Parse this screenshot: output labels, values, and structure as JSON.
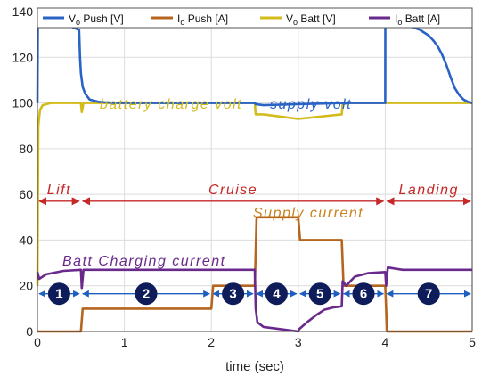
{
  "chart_data": {
    "type": "line",
    "xlabel": "time (sec)",
    "ylabel": "",
    "xlim": [
      0,
      5
    ],
    "ylim": [
      0,
      140
    ],
    "xticks": [
      0,
      1,
      2,
      3,
      4,
      5
    ],
    "yticks": [
      0,
      20,
      40,
      60,
      80,
      100,
      120,
      140
    ],
    "grid": true,
    "legend_position": "top",
    "series": [
      {
        "name_main": "V",
        "name_sub": "o",
        "name_rest": " Push [V]",
        "color": "#2a63c6",
        "x": [
          0,
          0.005,
          0.03,
          0.08,
          0.2,
          0.35,
          0.48,
          0.49,
          0.5,
          0.52,
          0.55,
          0.6,
          0.7,
          0.9,
          1.5,
          2.0,
          2.5,
          2.51,
          2.6,
          3.0,
          3.5,
          3.51,
          3.6,
          4.0,
          4.001,
          4.02,
          4.1,
          4.2,
          4.3,
          4.4,
          4.5,
          4.55,
          4.6,
          4.65,
          4.7,
          4.75,
          4.8,
          4.85,
          4.9,
          4.95,
          5.0
        ],
        "y": [
          100,
          135,
          136,
          136,
          135,
          134,
          132,
          120,
          113,
          107,
          104,
          101.5,
          100.5,
          100,
          100,
          100,
          100,
          99.5,
          99,
          99.5,
          100,
          99.8,
          100,
          100,
          135,
          136,
          135.5,
          134.5,
          133.5,
          132,
          129.5,
          127.5,
          125,
          121.5,
          117,
          111.5,
          106.5,
          103.5,
          101.5,
          100.5,
          100
        ]
      },
      {
        "name_main": "I",
        "name_sub": "o",
        "name_rest": " Push [A]",
        "color": "#b5651d",
        "x": [
          0,
          0.01,
          0.5,
          0.52,
          2.0,
          2.02,
          2.5,
          2.52,
          3.0,
          3.02,
          3.5,
          3.52,
          4.0,
          4.02,
          5.0
        ],
        "y": [
          0,
          0,
          0,
          10,
          10,
          20,
          20,
          50,
          50,
          40,
          40,
          20,
          20,
          0,
          0
        ]
      },
      {
        "name_main": "V",
        "name_sub": "o",
        "name_rest": " Batt [V]",
        "color": "#d4bb1c",
        "x": [
          0,
          0.01,
          0.03,
          0.06,
          0.15,
          0.5,
          0.51,
          0.53,
          0.56,
          1.0,
          1.5,
          2.0,
          2.5,
          2.51,
          2.6,
          3.0,
          3.5,
          3.51,
          3.6,
          4.0,
          4.5,
          5.0
        ],
        "y": [
          20,
          90,
          97,
          99,
          100,
          100,
          96,
          100,
          100,
          100,
          100,
          100,
          100,
          95,
          95,
          93,
          95,
          99.5,
          100,
          100,
          100,
          100
        ]
      },
      {
        "name_main": "I",
        "name_sub": "o",
        "name_rest": " Batt [A]",
        "color": "#6a2a8c",
        "x": [
          0,
          0.02,
          0.1,
          0.3,
          0.5,
          0.51,
          0.53,
          2.0,
          2.02,
          2.5,
          2.51,
          2.53,
          2.6,
          2.8,
          3.0,
          3.01,
          3.1,
          3.2,
          3.3,
          3.4,
          3.5,
          3.51,
          3.55,
          3.65,
          3.8,
          4.0,
          4.01,
          4.03,
          4.2,
          4.5,
          5.0
        ],
        "y": [
          26,
          23,
          25,
          26.5,
          27,
          19,
          27,
          27,
          27,
          27,
          10,
          4,
          2,
          1,
          0,
          1,
          4,
          7,
          9.5,
          10.5,
          11,
          22,
          20,
          24,
          25.5,
          26,
          20,
          28,
          27,
          27,
          27
        ]
      }
    ],
    "phase_arrows": [
      {
        "label": "Lift",
        "x0": 0,
        "x1": 0.5
      },
      {
        "label": "Cruise",
        "x0": 0.5,
        "x1": 4.0
      },
      {
        "label": "Landing",
        "x0": 4.0,
        "x1": 5.0
      }
    ],
    "segments": [
      {
        "label": "1",
        "x0": 0,
        "x1": 0.5
      },
      {
        "label": "2",
        "x0": 0.5,
        "x1": 2.0
      },
      {
        "label": "3",
        "x0": 2.0,
        "x1": 2.5
      },
      {
        "label": "4",
        "x0": 2.5,
        "x1": 3.0
      },
      {
        "label": "5",
        "x0": 3.0,
        "x1": 3.5
      },
      {
        "label": "6",
        "x0": 3.5,
        "x1": 4.0
      },
      {
        "label": "7",
        "x0": 4.0,
        "x1": 5.0
      }
    ],
    "annotations": {
      "battery_charge_volt": "battery charge volt",
      "supply_volt": "supply volt",
      "supply_current": "Supply current",
      "batt_charging_current": "Batt Charging current"
    },
    "colors": {
      "phase_arrow": "#c62828",
      "segment_arrow": "#1f5fbf",
      "badge": "#0e1c5a",
      "annotation_yellow": "#d4bb1c",
      "annotation_blue": "#2a63c6",
      "annotation_orange": "#c8821e",
      "annotation_purple": "#6a2a8c"
    }
  }
}
